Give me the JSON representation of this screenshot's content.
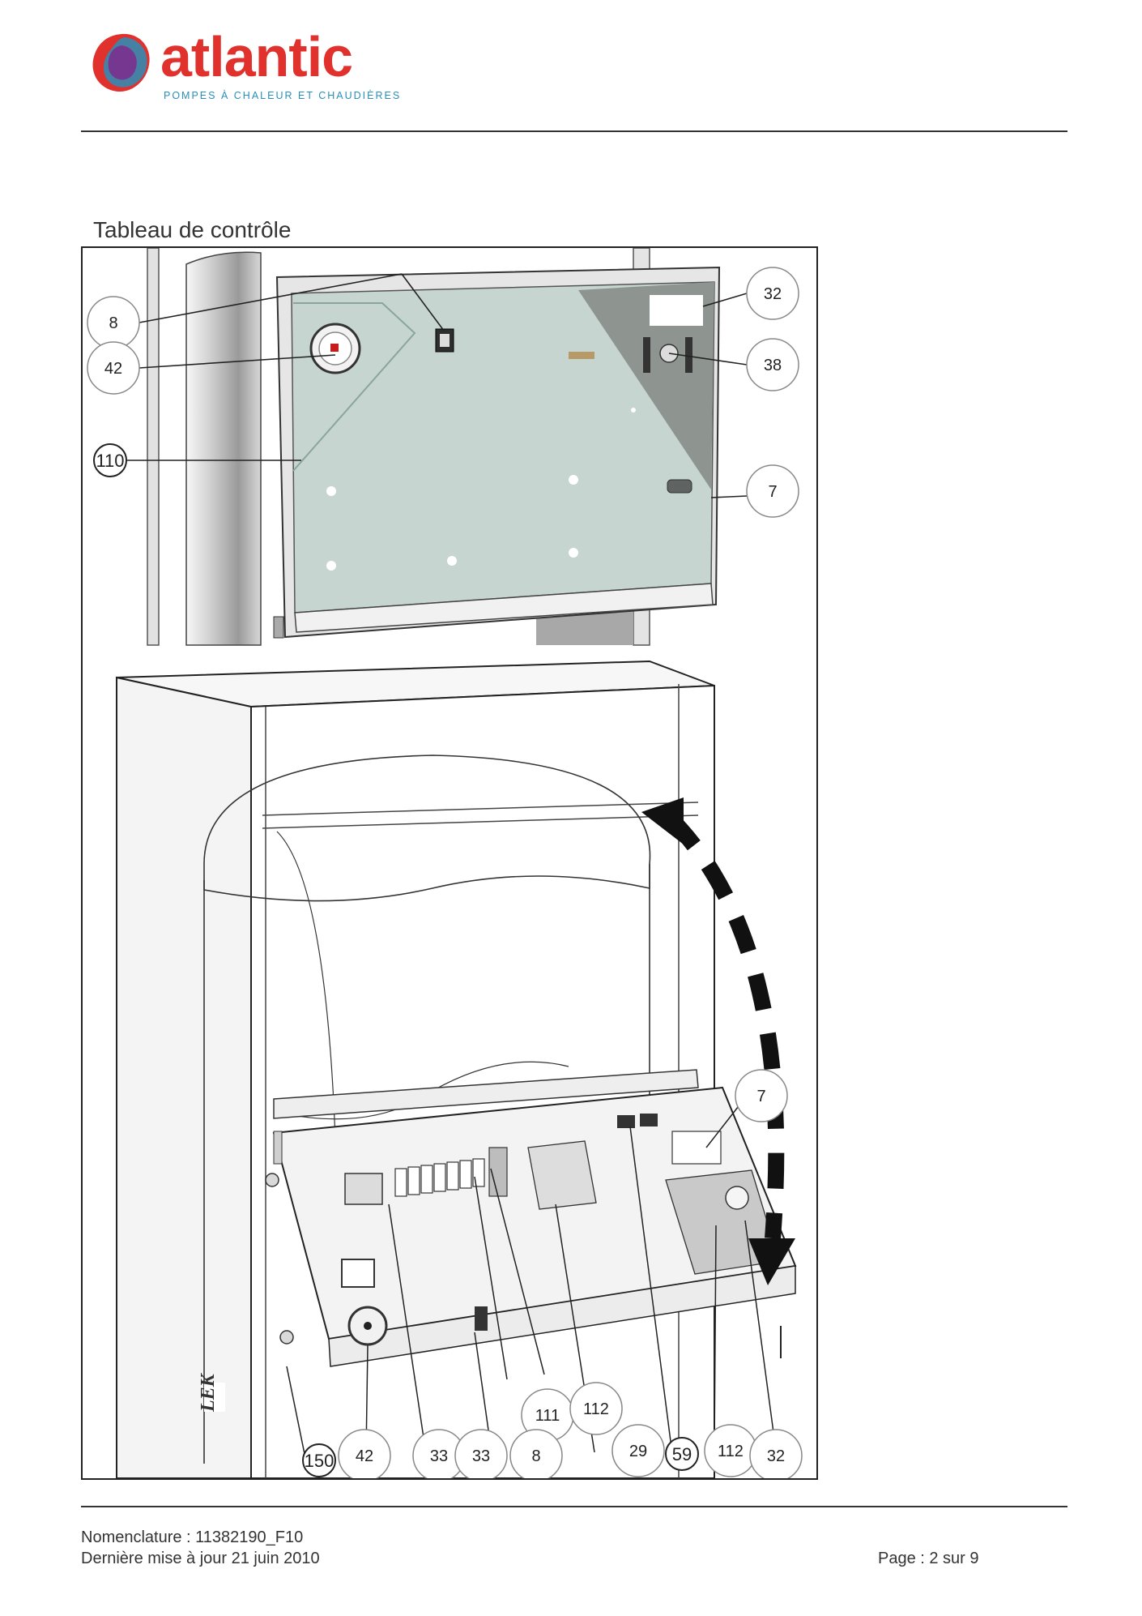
{
  "header": {
    "brand": "atlantic",
    "tagline": "POMPES À CHALEUR ET CHAUDIÈRES"
  },
  "section": {
    "title": "Tableau de contrôle"
  },
  "figure": {
    "top_callouts": [
      "8",
      "42",
      "110",
      "32",
      "38",
      "7"
    ],
    "bottom_callouts": [
      "7",
      "111",
      "112",
      "150",
      "42",
      "33",
      "33",
      "8",
      "29",
      "59",
      "112",
      "32"
    ],
    "side_text": "LEK"
  },
  "footer": {
    "nomenclature": "Nomenclature : 11382190_F10",
    "updated": "Dernière mise à jour 21 juin 2010",
    "page": "Page : 2 sur 9"
  },
  "colors": {
    "brand_red": "#e0312d",
    "brand_blue": "#2a8fb8",
    "panel_green": "#c6d5cf",
    "panel_dark": "#8e9591"
  }
}
